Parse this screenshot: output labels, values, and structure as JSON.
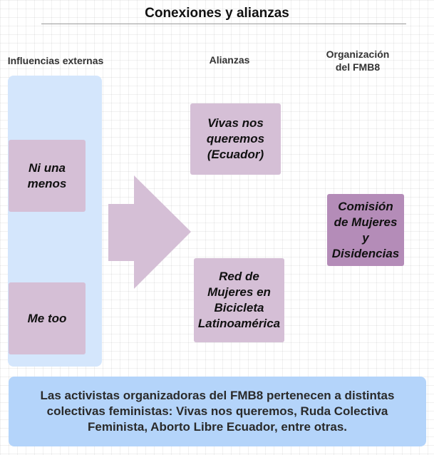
{
  "title": "Conexiones y alianzas",
  "columns": {
    "external": "Influencias externas",
    "alliances": "Alianzas",
    "organization_line1": "Organización",
    "organization_line2": "del FMB8"
  },
  "nodes": {
    "ni_una_menos": "Ni una menos",
    "me_too": "Me too",
    "vivas_nos_queremos": "Vivas nos queremos (Ecuador)",
    "red_mujeres_bicicleta": "Red de Mujeres en Bicicleta Latinoamérica",
    "comision": "Comisión de Mujeres y Disidencias"
  },
  "summary": "Las activistas organizadoras del FMB8 pertenecen a distintas colectivas feministas: Vivas nos queremos, Ruda Colectiva Feminista, Aborto Libre Ecuador, entre otras.",
  "colors": {
    "lane": "#d4e6fc",
    "node": "#d5bfd6",
    "node_highlight": "#b48cb8",
    "arrow": "#d5bfd6",
    "summary_bg": "#b4d4fa"
  },
  "icons": {
    "arrow": "right-block-arrow"
  }
}
